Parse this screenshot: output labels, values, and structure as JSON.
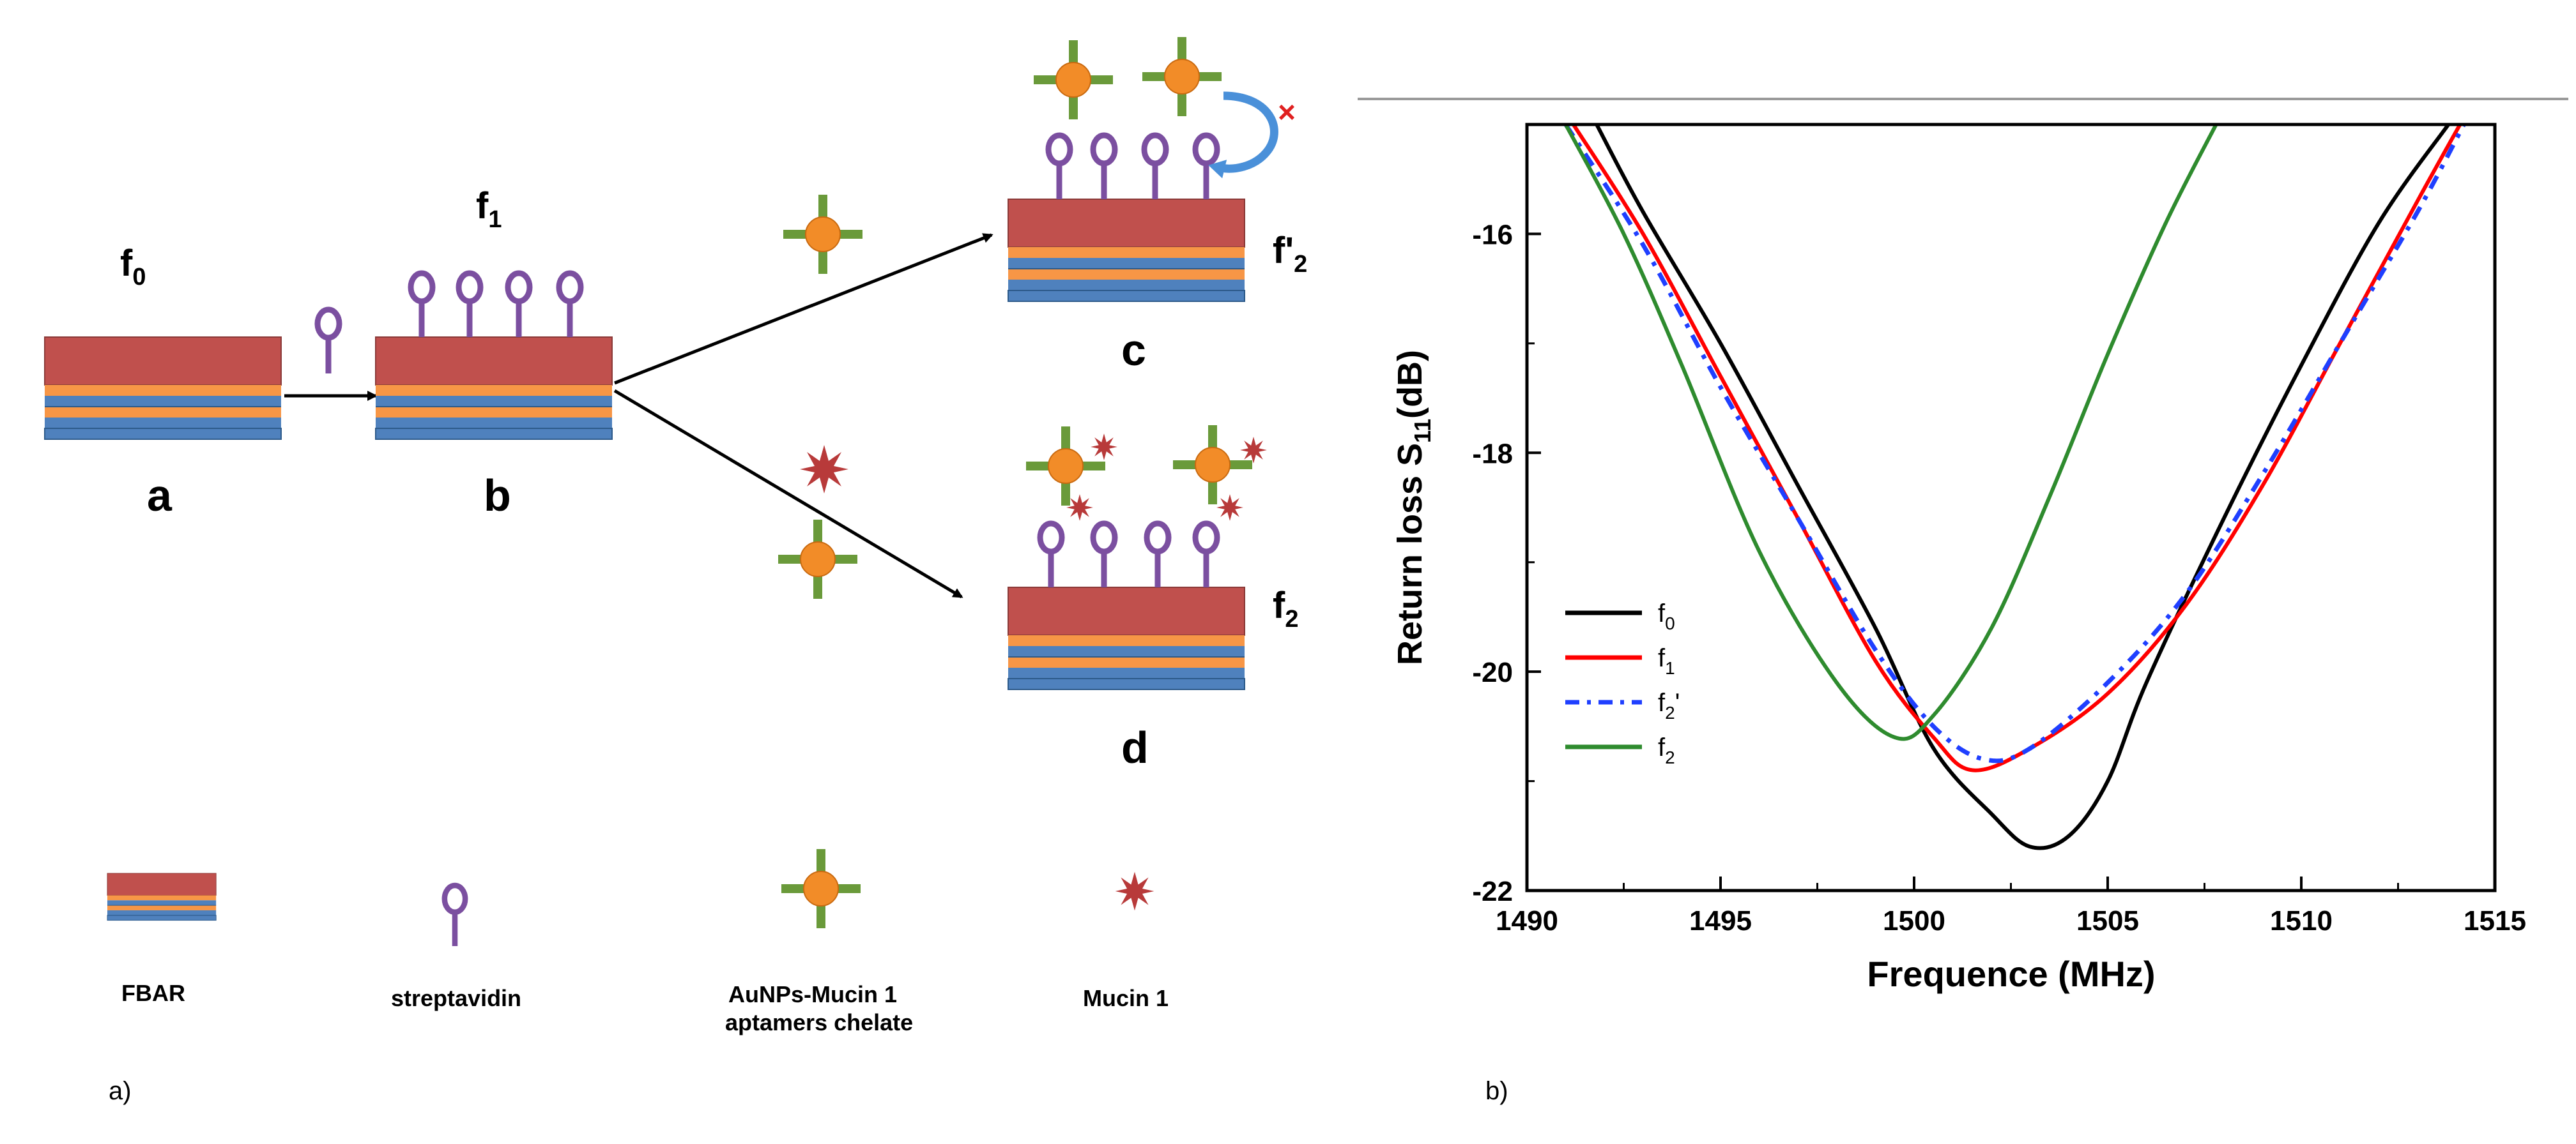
{
  "panel_a": {
    "panel_label": "a)",
    "freq_labels": {
      "f0": {
        "base": "f",
        "sub": "0"
      },
      "f1": {
        "base": "f",
        "sub": "1"
      },
      "f2p": {
        "base": "f'",
        "sub": "2"
      },
      "f2": {
        "base": "f",
        "sub": "2"
      }
    },
    "step_labels": {
      "a": "a",
      "b": "b",
      "c": "c",
      "d": "d"
    },
    "rejection_mark": "×",
    "legend": [
      {
        "label": "FBAR",
        "icon": "fbar-layers-icon"
      },
      {
        "label": "streptavidin",
        "icon": "streptavidin-icon"
      },
      {
        "label_line1": "AuNPs-Mucin 1",
        "label_line2": "aptamers chelate",
        "icon": "aunp-aptamer-icon"
      },
      {
        "label": "Mucin 1",
        "icon": "mucin-icon"
      }
    ],
    "colors": {
      "fbar_top": "#c0504d",
      "fbar_orange": "#f79646",
      "fbar_blue": "#4f81bd",
      "streptavidin": "#7b4fa0",
      "aptamer": "#6a9a3a",
      "aunp": "#f28c28",
      "mucin": "#b83a3a",
      "curved_arrow": "#4a90d9",
      "reject": "#e02020"
    }
  },
  "panel_b": {
    "panel_label": "b)"
  },
  "chart_data": {
    "type": "line",
    "xlabel": "Frequence (MHz)",
    "ylabel_main": "Return loss S",
    "ylabel_sub": "11",
    "ylabel_tail": "(dB)",
    "xlim": [
      1490,
      1515
    ],
    "ylim": [
      -22,
      -15
    ],
    "xticks": [
      "1490",
      "1495",
      "1500",
      "1505",
      "1510",
      "1515"
    ],
    "yticks": [
      "-16",
      "-18",
      "-20",
      "-22"
    ],
    "ytick_values": [
      -16,
      -18,
      -20,
      -22
    ],
    "xtick_values": [
      1490,
      1495,
      1500,
      1505,
      1510,
      1515
    ],
    "grid": false,
    "legend_position": "lower-left",
    "series": [
      {
        "name_base": "f",
        "name_sub": "0",
        "name_suffix": "",
        "color": "#000000",
        "dash": "solid",
        "x": [
          1491.8,
          1493,
          1495,
          1497,
          1499,
          1500.5,
          1502,
          1503,
          1504,
          1505,
          1506,
          1508,
          1510,
          1512,
          1513.8
        ],
        "y": [
          -15.0,
          -15.8,
          -17.0,
          -18.3,
          -19.6,
          -20.7,
          -21.3,
          -21.6,
          -21.5,
          -21.0,
          -20.1,
          -18.6,
          -17.2,
          -15.9,
          -15.0
        ]
      },
      {
        "name_base": "f",
        "name_sub": "1",
        "name_suffix": "",
        "color": "#ff0000",
        "dash": "solid",
        "x": [
          1491.2,
          1493,
          1495,
          1497,
          1499,
          1500.5,
          1501.5,
          1503,
          1505,
          1507,
          1509,
          1511,
          1513,
          1514.1
        ],
        "y": [
          -15.0,
          -16.0,
          -17.3,
          -18.6,
          -19.9,
          -20.6,
          -20.9,
          -20.7,
          -20.2,
          -19.4,
          -18.3,
          -17.0,
          -15.7,
          -15.0
        ]
      },
      {
        "name_base": "f",
        "name_sub": "2",
        "name_suffix": "'",
        "color": "#1f3fff",
        "dash": "10,6,3,6",
        "x": [
          1491.0,
          1493,
          1495,
          1497,
          1499,
          1500.5,
          1501.8,
          1503,
          1505,
          1507,
          1509,
          1511,
          1513,
          1514.2
        ],
        "y": [
          -15.0,
          -16.1,
          -17.4,
          -18.6,
          -19.8,
          -20.5,
          -20.8,
          -20.7,
          -20.1,
          -19.3,
          -18.2,
          -17.0,
          -15.8,
          -15.0
        ]
      },
      {
        "name_base": "f",
        "name_sub": "2",
        "name_suffix": "",
        "color": "#2e8b2e",
        "dash": "solid",
        "x": [
          1491.0,
          1492.5,
          1494,
          1496,
          1498,
          1499.5,
          1500.5,
          1502,
          1503.5,
          1505,
          1506.5,
          1507.8
        ],
        "y": [
          -15.0,
          -16.0,
          -17.2,
          -18.9,
          -20.1,
          -20.6,
          -20.4,
          -19.6,
          -18.4,
          -17.1,
          -15.9,
          -15.0
        ]
      }
    ]
  }
}
